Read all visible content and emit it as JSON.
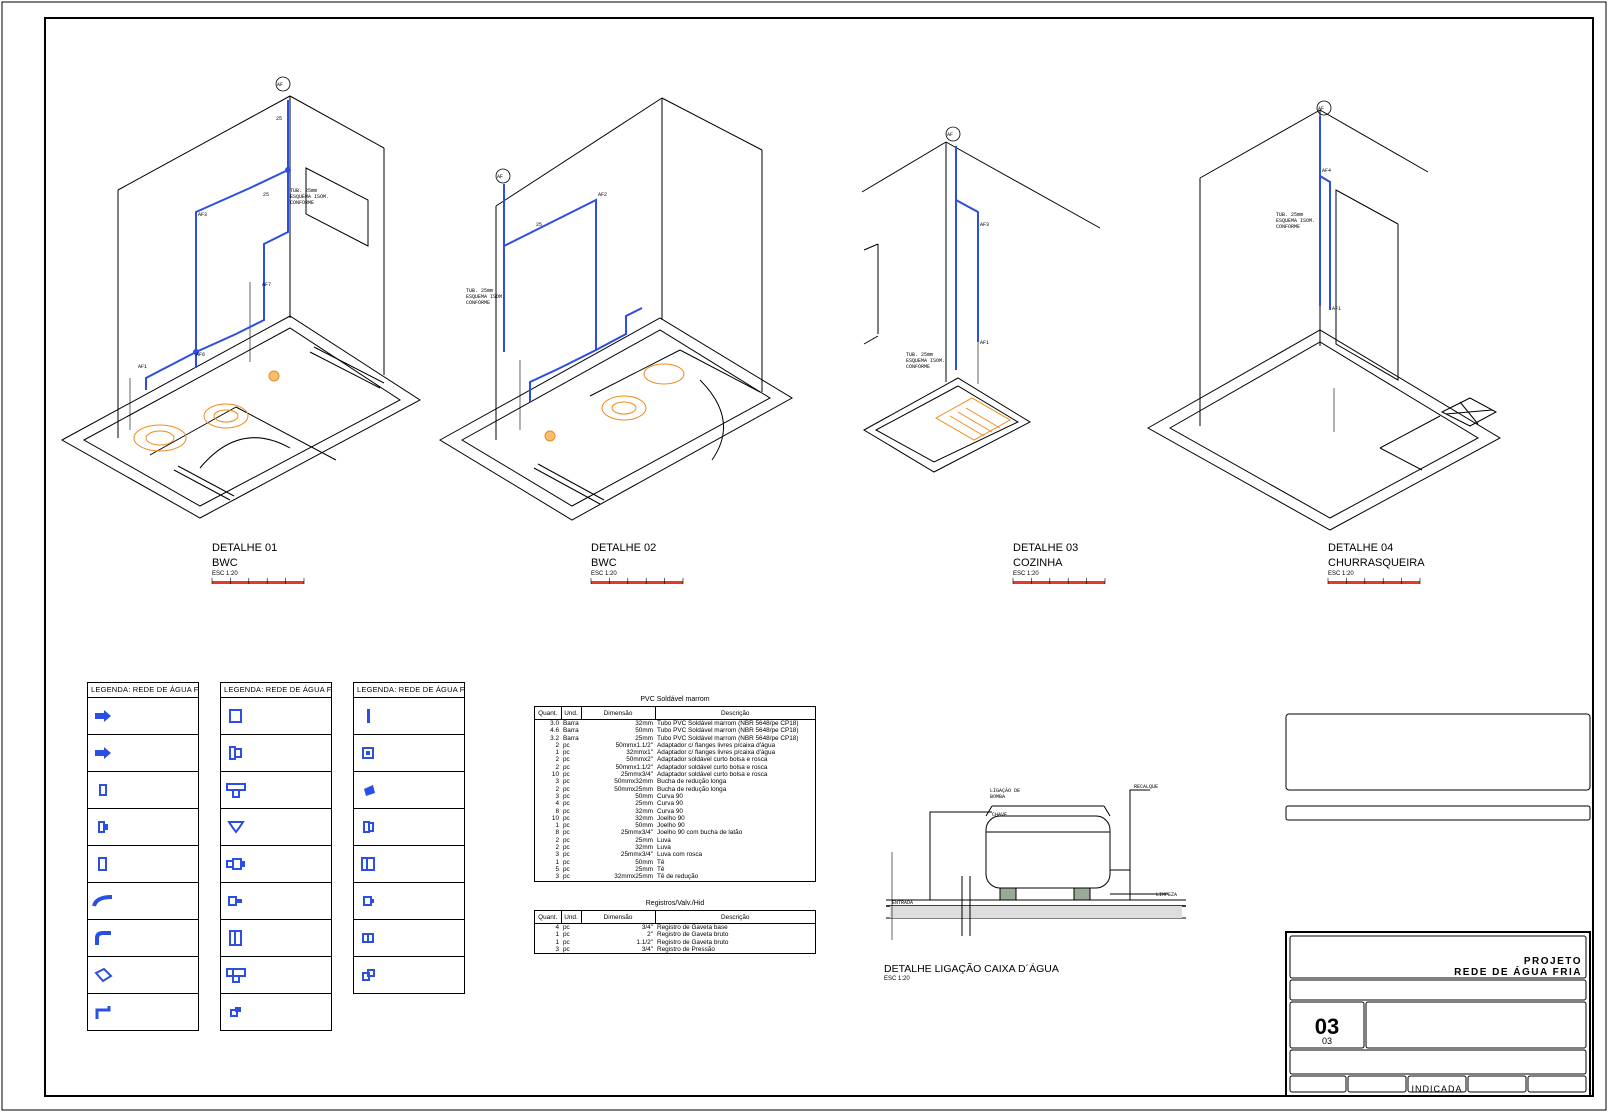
{
  "details": [
    {
      "id": "d1",
      "title": "DETALHE 01",
      "subtitle": "BWC",
      "scale": "ESC 1:20"
    },
    {
      "id": "d2",
      "title": "DETALHE 02",
      "subtitle": "BWC",
      "scale": "ESC 1:20"
    },
    {
      "id": "d3",
      "title": "DETALHE 03",
      "subtitle": "COZINHA",
      "scale": "ESC 1:20"
    },
    {
      "id": "d4",
      "title": "DETALHE 04",
      "subtitle": "CHURRASQUEIRA",
      "scale": "ESC 1:20"
    }
  ],
  "tank_detail": {
    "title": "DETALHE LIGAÇÃO CAIXA D´ÁGUA",
    "scale": "ESC 1:20"
  },
  "legends": [
    {
      "header": "LEGENDA: REDE DE ÁGUA FRIA",
      "items": [
        "",
        "",
        "",
        "",
        "",
        "",
        "",
        "",
        ""
      ]
    },
    {
      "header": "LEGENDA: REDE DE ÁGUA FRIA",
      "items": [
        "",
        "",
        "",
        "",
        "",
        "",
        "",
        "",
        ""
      ]
    },
    {
      "header": "LEGENDA: REDE DE ÁGUA FRIA",
      "items": [
        "",
        "",
        "",
        "",
        "",
        "",
        "",
        "",
        ""
      ]
    }
  ],
  "table_pvc": {
    "title": "PVC Soldável marrom",
    "headers": [
      "Quant.",
      "Und.",
      "Dimensão",
      "Descrição"
    ],
    "rows": [
      [
        "3.0",
        "Barra",
        "32mm",
        "Tubo PVC Soldável marrom (NBR 5648/pe CP18)"
      ],
      [
        "4.6",
        "Barra",
        "50mm",
        "Tubo PVC Soldável marrom (NBR 5648/pe CP18)"
      ],
      [
        "3.2",
        "Barra",
        "25mm",
        "Tubo PVC Soldável marrom (NBR 5648/pe CP18)"
      ],
      [
        "2",
        "pc",
        "50mmx1.1/2\"",
        "Adaptador c/ flanges livres p/caixa d'água"
      ],
      [
        "1",
        "pc",
        "32mmx1\"",
        "Adaptador c/ flanges livres p/caixa d'água"
      ],
      [
        "2",
        "pc",
        "50mmx2\"",
        "Adaptador soldável curto bolsa e rosca"
      ],
      [
        "2",
        "pc",
        "50mmx1.1/2\"",
        "Adaptador soldável curto bolsa e rosca"
      ],
      [
        "10",
        "pc",
        "25mmx3/4\"",
        "Adaptador soldável curto bolsa e rosca"
      ],
      [
        "3",
        "pc",
        "50mmx32mm",
        "Bucha de redução longa"
      ],
      [
        "2",
        "pc",
        "50mmx25mm",
        "Bucha de redução longa"
      ],
      [
        "3",
        "pc",
        "50mm",
        "Curva 90"
      ],
      [
        "4",
        "pc",
        "25mm",
        "Curva 90"
      ],
      [
        "8",
        "pc",
        "32mm",
        "Curva 90"
      ],
      [
        "10",
        "pc",
        "32mm",
        "Joelho 90"
      ],
      [
        "1",
        "pc",
        "50mm",
        "Joelho 90"
      ],
      [
        "8",
        "pc",
        "25mmx3/4\"",
        "Joelho 90 com bucha de latão"
      ],
      [
        "2",
        "pc",
        "25mm",
        "Luva"
      ],
      [
        "2",
        "pc",
        "32mm",
        "Luva"
      ],
      [
        "3",
        "pc",
        "25mmx3/4\"",
        "Luva com rosca"
      ],
      [
        "1",
        "pc",
        "50mm",
        "Tê"
      ],
      [
        "5",
        "pc",
        "25mm",
        "Tê"
      ],
      [
        "3",
        "pc",
        "32mmx25mm",
        "Tê de redução"
      ]
    ]
  },
  "table_reg": {
    "title": "Registros/Valv./Hid",
    "headers": [
      "Quant.",
      "Und.",
      "Dimensão",
      "Descrição"
    ],
    "rows": [
      [
        "4",
        "pc",
        "3/4\"",
        "Registro de Gaveta base"
      ],
      [
        "1",
        "pc",
        "2\"",
        "Registro de Gaveta bruto"
      ],
      [
        "1",
        "pc",
        "1.1/2\"",
        "Registro de Gaveta bruto"
      ],
      [
        "3",
        "pc",
        "3/4\"",
        "Registro de Pressão"
      ]
    ]
  },
  "title_block": {
    "project_label": "PROJETO",
    "project_name": "REDE DE ÁGUA FRIA",
    "sheet_number": "03",
    "sheet_total": "03",
    "scale_value": "INDICADA"
  },
  "colors": {
    "pipe": "#2b4fe0",
    "fixture": "#f08a1a",
    "scalebar": "#e33a2a",
    "dim": "#c400c4"
  }
}
